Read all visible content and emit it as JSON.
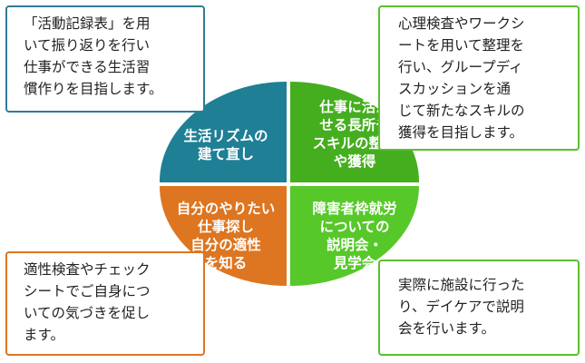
{
  "colors": {
    "teal": "#1f7f95",
    "green": "#45ae1f",
    "orange": "#dd7521",
    "lime": "#57c82a"
  },
  "quadrants": {
    "top_left": [
      "生活リズムの",
      "建て直し"
    ],
    "top_right": [
      "仕事に活か",
      "せる長所や",
      "スキルの整理",
      "や獲得"
    ],
    "bottom_left": [
      "自分のやりたい",
      "仕事探し",
      "自分の適性",
      "を知る"
    ],
    "bottom_right": [
      "障害者枠就労",
      "についての",
      "説明会・",
      "見学会"
    ]
  },
  "boxes": {
    "top_left": [
      "「活動記録表」を用",
      "いて振り返りを行い",
      "仕事ができる生活習",
      "慣作りを目指します。"
    ],
    "top_right": [
      "心理検査やワークシ",
      "ートを用いて整理を",
      "行い、グループディ",
      "スカッションを通",
      "じて新たなスキルの",
      "獲得を目指します。"
    ],
    "bottom_left": [
      "適性検査やチェック",
      "シートでご自身につ",
      "いての気づきを促し",
      "ます。"
    ],
    "bottom_right": [
      "実際に施設に行った",
      "り、デイケアで説明",
      "会を行います。"
    ]
  }
}
